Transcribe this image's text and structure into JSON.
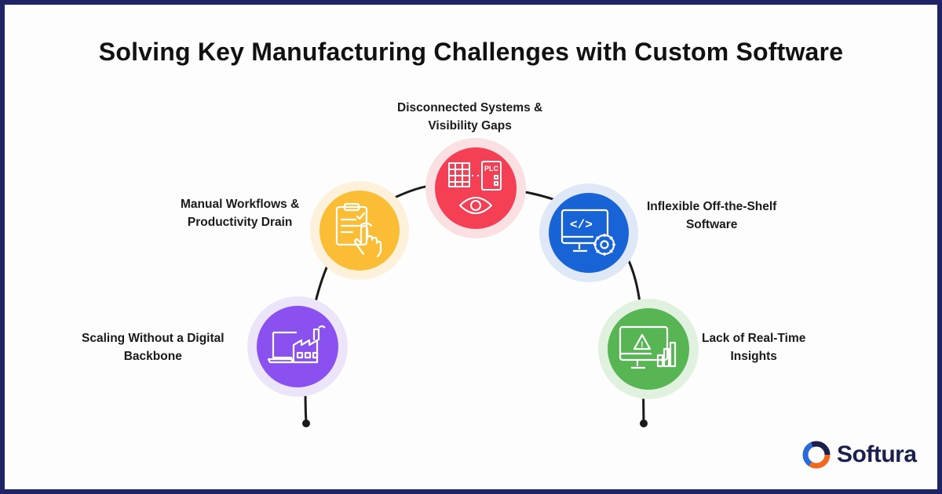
{
  "title": "Solving Key Manufacturing Challenges with Custom Software",
  "nodes": [
    {
      "id": "scaling",
      "label_line1": "Scaling Without a Digital",
      "label_line2": "Backbone",
      "color": "#8b50f0",
      "halo": "#ece4f8",
      "icon": "laptop-factory-icon"
    },
    {
      "id": "manual",
      "label_line1": "Manual Workflows &",
      "label_line2": "Productivity Drain",
      "color": "#fbbd35",
      "halo": "#fdf1dc",
      "icon": "clipboard-touch-icon"
    },
    {
      "id": "disconnected",
      "label_line1": "Disconnected Systems &",
      "label_line2": "Visibility Gaps",
      "color": "#f53f55",
      "halo": "#fbe0e3",
      "icon": "plc-eye-icon",
      "plc_text": "PLC"
    },
    {
      "id": "inflexible",
      "label_line1": "Inflexible Off-the-Shelf",
      "label_line2": "Software",
      "color": "#1864d6",
      "halo": "#dfe8f7",
      "icon": "monitor-code-gear-icon",
      "code_text": "</>"
    },
    {
      "id": "lack",
      "label_line1": "Lack of Real-Time",
      "label_line2": "Insights",
      "color": "#57b653",
      "halo": "#e1f1e0",
      "icon": "monitor-alert-chart-icon",
      "alert_text": "!"
    }
  ],
  "logo": {
    "text": "Softura",
    "icon": "softura-ring-icon"
  },
  "line_color": "#1a1a1a"
}
